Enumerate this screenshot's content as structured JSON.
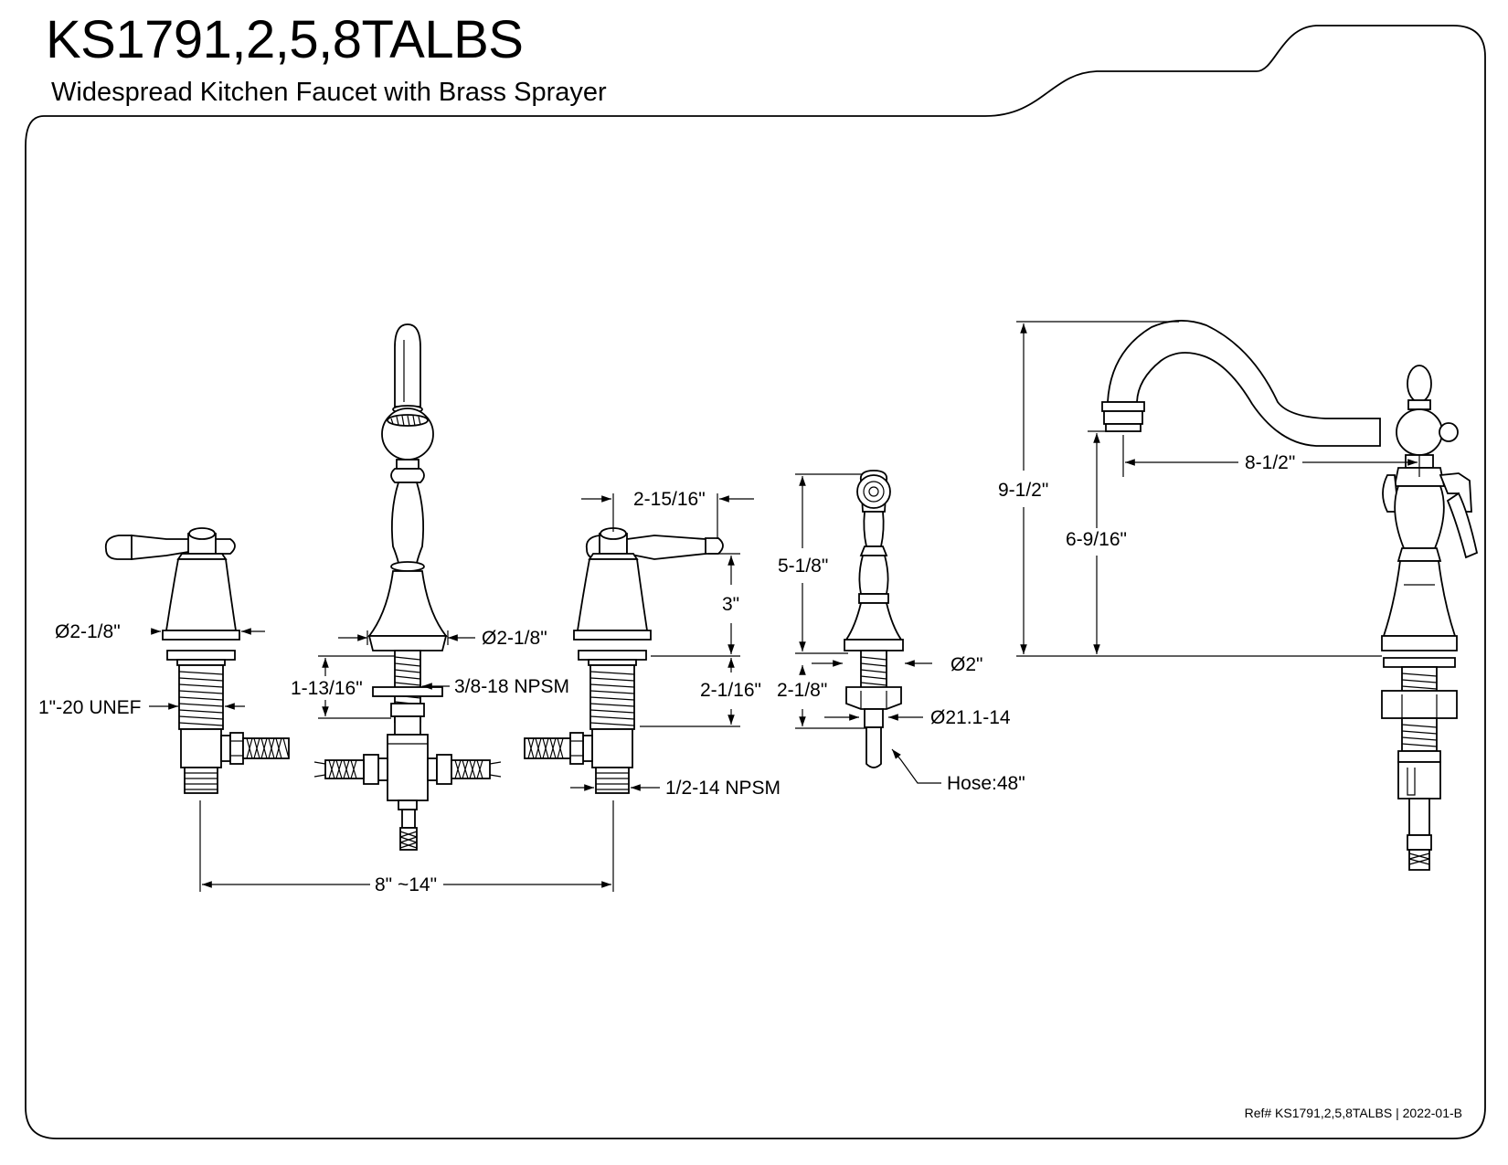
{
  "header": {
    "title": "KS1791,2,5,8TALBS",
    "subtitle": "Widespread Kitchen Faucet with Brass Sprayer"
  },
  "footer": {
    "reference": "Ref# KS1791,2,5,8TALBS | 2022-01-B"
  },
  "dimensions": {
    "left_handle_dia": "Ø2-1/8\"",
    "left_thread": "1\"-20 UNEF",
    "spout_base_dia": "Ø2-1/8\"",
    "spout_shank_len": "1-13/16\"",
    "spout_thread": "3/8-18 NPSM",
    "right_handle_width": "2-15/16\"",
    "right_handle_height": "3\"",
    "right_shank_len": "2-1/16\"",
    "inlet_thread": "1/2-14 NPSM",
    "spread": "8\" ~14\"",
    "sprayer_height": "5-1/8\"",
    "sprayer_base_dia": "Ø2\"",
    "sprayer_shank_len": "2-1/8\"",
    "sprayer_thread": "Ø21.1-14",
    "hose_length": "Hose:48\"",
    "total_height": "9-1/2\"",
    "spout_clearance": "6-9/16\"",
    "spout_reach": "8-1/2\""
  }
}
